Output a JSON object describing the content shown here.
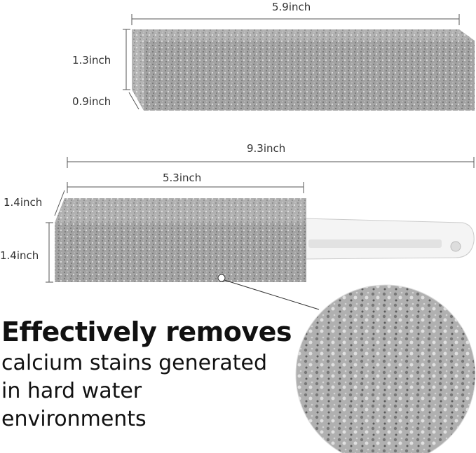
{
  "dimensions": {
    "pumice_length": "5.9inch",
    "pumice_height": "1.3inch",
    "pumice_depth": "0.9inch",
    "total_length": "9.3inch",
    "head_length": "5.3inch",
    "head_depth": "1.4inch",
    "head_height": "1.4inch"
  },
  "text": {
    "headline": "Effectively removes",
    "line1": "calcium stains generated",
    "line2": "in hard water",
    "line3": "environments"
  },
  "colors": {
    "stone": "#9a9a9a",
    "handle": "#f2f2f2",
    "text": "#111111"
  }
}
